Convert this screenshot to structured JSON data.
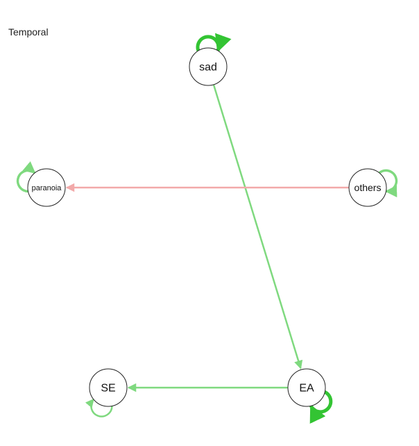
{
  "title": "Temporal",
  "colors": {
    "positive_edge": "#7fd97f",
    "positive_edge_strong": "#33c433",
    "negative_edge": "#f2a9a9",
    "node_fill": "#ffffff",
    "node_stroke": "#222222"
  },
  "nodes": [
    {
      "id": "sad",
      "label": "sad"
    },
    {
      "id": "paranoia",
      "label": "paranoia"
    },
    {
      "id": "others",
      "label": "others"
    },
    {
      "id": "SE",
      "label": "SE"
    },
    {
      "id": "EA",
      "label": "EA"
    }
  ],
  "edges": [
    {
      "from": "sad",
      "to": "EA",
      "sign": "positive",
      "strength": "weak"
    },
    {
      "from": "others",
      "to": "paranoia",
      "sign": "negative",
      "strength": "weak"
    },
    {
      "from": "EA",
      "to": "SE",
      "sign": "positive",
      "strength": "weak"
    }
  ],
  "self_loops": [
    {
      "node": "sad",
      "sign": "positive",
      "strength": "strong"
    },
    {
      "node": "paranoia",
      "sign": "positive",
      "strength": "medium"
    },
    {
      "node": "others",
      "sign": "positive",
      "strength": "medium"
    },
    {
      "node": "SE",
      "sign": "positive",
      "strength": "weak"
    },
    {
      "node": "EA",
      "sign": "positive",
      "strength": "strong"
    }
  ]
}
